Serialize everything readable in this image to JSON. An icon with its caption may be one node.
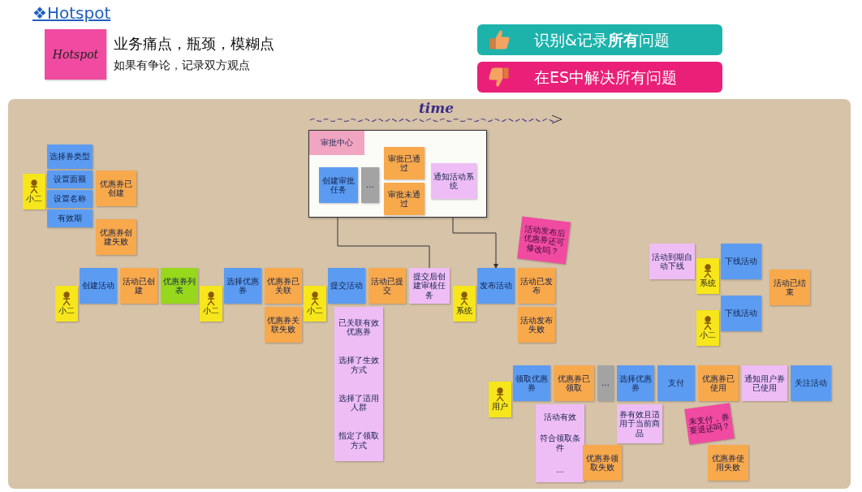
{
  "diagram": {
    "title": "❖Hotspot",
    "nodes": [
      {
        "text": [
          "选择券类型"
        ]
      },
      {
        "text": [
          "设置面额"
        ]
      },
      {
        "text": [
          "设置名称"
        ]
      },
      {
        "text": [
          "有效期"
        ]
      },
      {
        "text": [
          "小二"
        ]
      },
      {
        "text": [
          "优惠券已创建"
        ]
      },
      {
        "text": [
          "优惠券创建失败"
        ]
      },
      {
        "text": [
          "小二"
        ]
      },
      {
        "text": [
          "创建活动"
        ]
      },
      {
        "text": [
          "活动已创建"
        ]
      },
      {
        "text": [
          "优惠券列表"
        ]
      },
      {
        "text": [
          "小二"
        ]
      },
      {
        "text": [
          "选择优惠券"
        ]
      },
      {
        "text": [
          "优惠券已关联"
        ]
      },
      {
        "text": [
          "优惠券关联失败"
        ]
      },
      {
        "text": [
          "小二"
        ]
      },
      {
        "text": [
          "提交活动"
        ]
      },
      {
        "text": [
          "活动已提交"
        ]
      },
      {
        "text": [
          "提交后创建审核任务"
        ]
      },
      {
        "text": [
          "已关联有效优惠券",
          "选择了生效方式",
          "选择了适用人群",
          "指定了领取方式"
        ]
      },
      {
        "text": [
          "审批中心"
        ]
      },
      {
        "text": [
          "创建审批任务"
        ],
        "in": 20
      },
      {
        "text": [
          "…"
        ],
        "in": 20
      },
      {
        "text": [
          "审批已通过"
        ],
        "in": 20
      },
      {
        "text": [
          "审批未通过"
        ],
        "in": 20
      },
      {
        "text": [
          "通知活动系统"
        ],
        "in": 20
      },
      {
        "text": [
          "系统"
        ]
      },
      {
        "text": [
          "发布活动"
        ]
      },
      {
        "text": [
          "活动已发布"
        ]
      },
      {
        "text": [
          "活动发布失败"
        ]
      },
      {
        "text": [
          "活动发布后优惠券还可修改吗？"
        ]
      },
      {
        "text": [
          "用户"
        ]
      },
      {
        "text": [
          "领取优惠券"
        ]
      },
      {
        "text": [
          "活动有效",
          "符合领取条件",
          "…"
        ]
      },
      {
        "text": [
          "优惠券已领取"
        ]
      },
      {
        "text": [
          "优惠券领取失败"
        ]
      },
      {
        "text": [
          "…"
        ]
      },
      {
        "text": [
          "选择优惠券"
        ]
      },
      {
        "text": [
          "券有效且适用于当前商品"
        ]
      },
      {
        "text": [
          "支付"
        ]
      },
      {
        "text": [
          "优惠券已使用"
        ]
      },
      {
        "text": [
          "未支付，券要退还吗？"
        ]
      },
      {
        "text": [
          "优惠券使用失败"
        ]
      },
      {
        "text": [
          "通知用户券已使用"
        ]
      },
      {
        "text": [
          "关注活动"
        ]
      },
      {
        "text": [
          "活动到期自动下线"
        ]
      },
      {
        "text": [
          "系统"
        ]
      },
      {
        "text": [
          "下线活动"
        ]
      },
      {
        "text": [
          "小二"
        ]
      },
      {
        "text": [
          "下线活动"
        ]
      },
      {
        "text": [
          "活动已结束"
        ]
      },
      {
        "text": [
          "Hotspot"
        ],
        "beside": [
          "业务痛点，瓶颈，模糊点",
          "如果有争论，记录双方观点"
        ]
      }
    ],
    "edges": [
      {
        "from": 18,
        "to": 21,
        "arrow": "to"
      },
      {
        "from": 25,
        "to": 27,
        "arrow": "to"
      }
    ],
    "labels": [
      "识别&记录**所有**问题",
      "在ES中解决所有问题",
      "time"
    ]
  }
}
